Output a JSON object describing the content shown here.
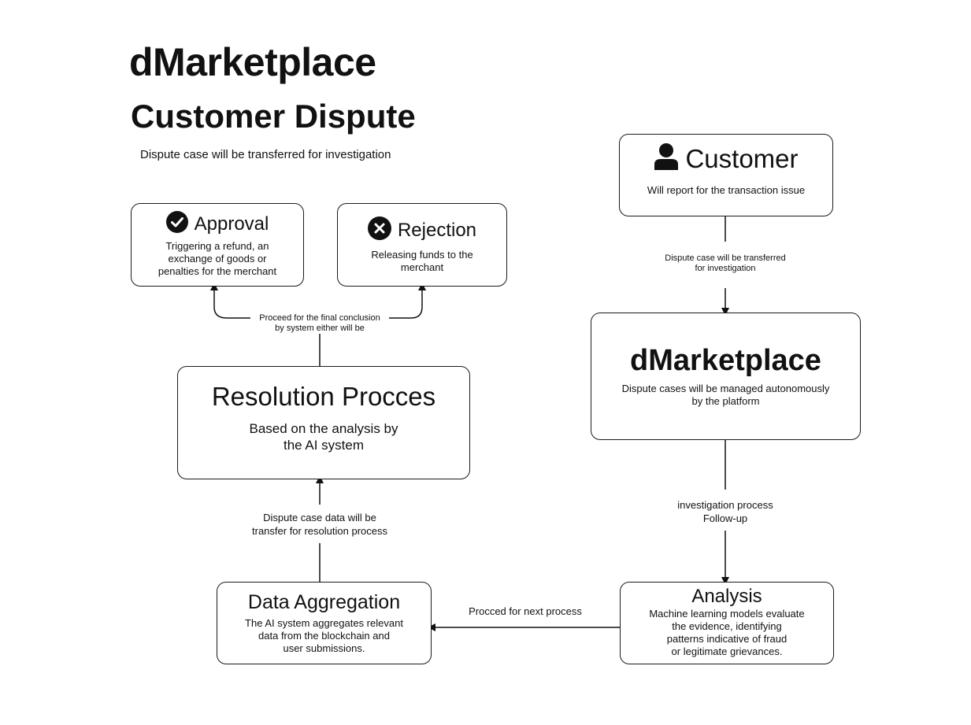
{
  "header": {
    "title": "dMarketplace",
    "subtitle": "Customer Dispute",
    "note": "Dispute case will be transferred for investigation"
  },
  "customer": {
    "title": "Customer",
    "desc": "Will report for the transaction issue",
    "icon": "person-icon"
  },
  "dmarketplace": {
    "title": "dMarketplace",
    "desc_line1": "Dispute cases will be managed autonomously",
    "desc_line2": "by the platform"
  },
  "analysis": {
    "title": "Analysis",
    "desc_line1": "Machine learning models evaluate",
    "desc_line2": "the evidence, identifying",
    "desc_line3": "patterns indicative of fraud",
    "desc_line4": "or legitimate grievances."
  },
  "data_aggregation": {
    "title": "Data Aggregation",
    "desc_line1": "The AI system aggregates relevant",
    "desc_line2": "data from the blockchain and",
    "desc_line3": "user submissions."
  },
  "resolution": {
    "title": "Resolution Procces",
    "desc_line1": "Based on the analysis by",
    "desc_line2": "the AI system"
  },
  "approval": {
    "title": "Approval",
    "desc_line1": "Triggering a refund, an",
    "desc_line2": "exchange of goods or",
    "desc_line3": "penalties for the merchant",
    "icon": "check-circle-icon"
  },
  "rejection": {
    "title": "Rejection",
    "desc_line1": "Releasing funds to the",
    "desc_line2": "merchant",
    "icon": "x-circle-icon"
  },
  "connectors": {
    "customer_to_dmarketplace_line1": "Dispute case will be transferred",
    "customer_to_dmarketplace_line2": "for investigation",
    "dmarketplace_to_analysis_line1": "investigation process",
    "dmarketplace_to_analysis_line2": "Follow-up",
    "analysis_to_aggregation": "Procced for next process",
    "aggregation_to_resolution_line1": "Dispute case data will be",
    "aggregation_to_resolution_line2": "transfer for resolution process",
    "resolution_to_outcomes_line1": "Proceed for the final conclusion",
    "resolution_to_outcomes_line2": "by system either will be"
  }
}
